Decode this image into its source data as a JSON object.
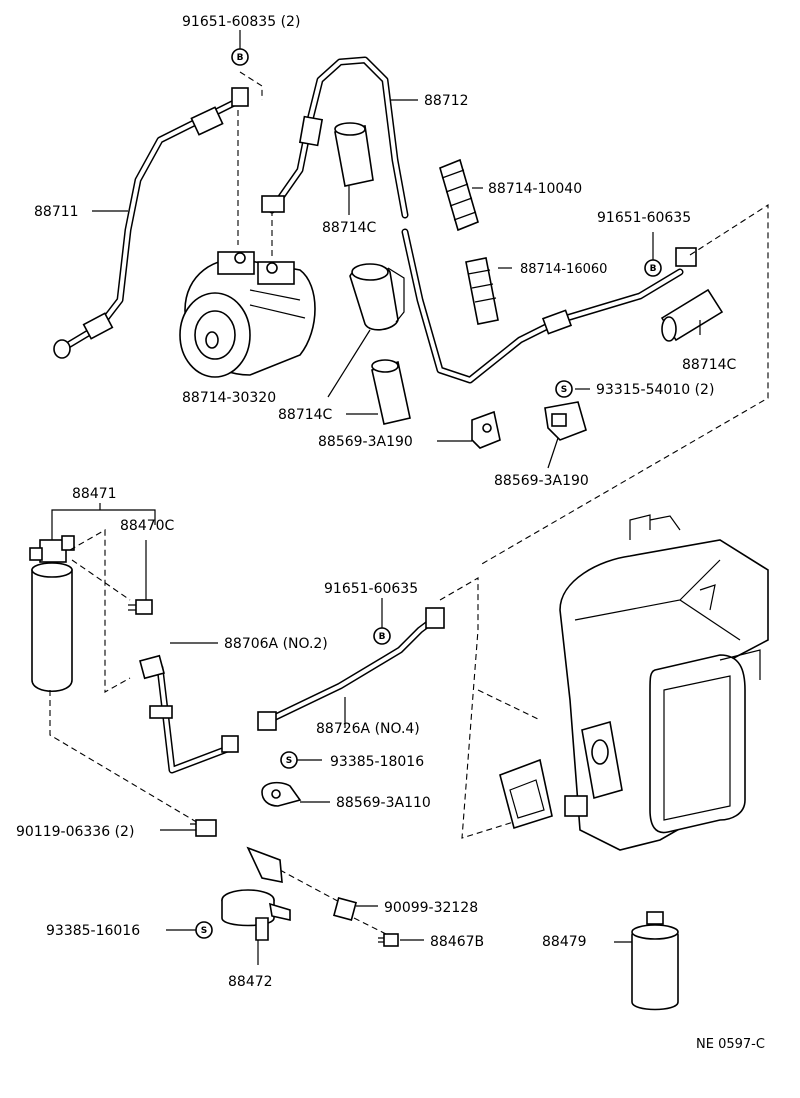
{
  "callouts": {
    "c1": "91651-60835 (2)",
    "c2": "88712",
    "c3": "88711",
    "c4": "88714-10040",
    "c5": "88714C",
    "c6": "91651-60635",
    "c7": "88714-16060",
    "c8": "88714C",
    "c9": "88714-30320",
    "c10": "93315-54010 (2)",
    "c11": "88714C",
    "c12": "88569-3A190",
    "c13": "88569-3A190",
    "c14": "88471",
    "c15": "88470C",
    "c16": "91651-60635",
    "c17": "88706A (NO.2)",
    "c18": "88726A (NO.4)",
    "c19": "93385-18016",
    "c20": "88569-3A110",
    "c21": "90119-06336 (2)",
    "c22": "90099-32128",
    "c23": "93385-16016",
    "c24": "88467B",
    "c25": "88479",
    "c26": "88472"
  },
  "symbols": {
    "b": "B",
    "s": "S"
  },
  "footer": {
    "code": "NE 0597-C"
  }
}
